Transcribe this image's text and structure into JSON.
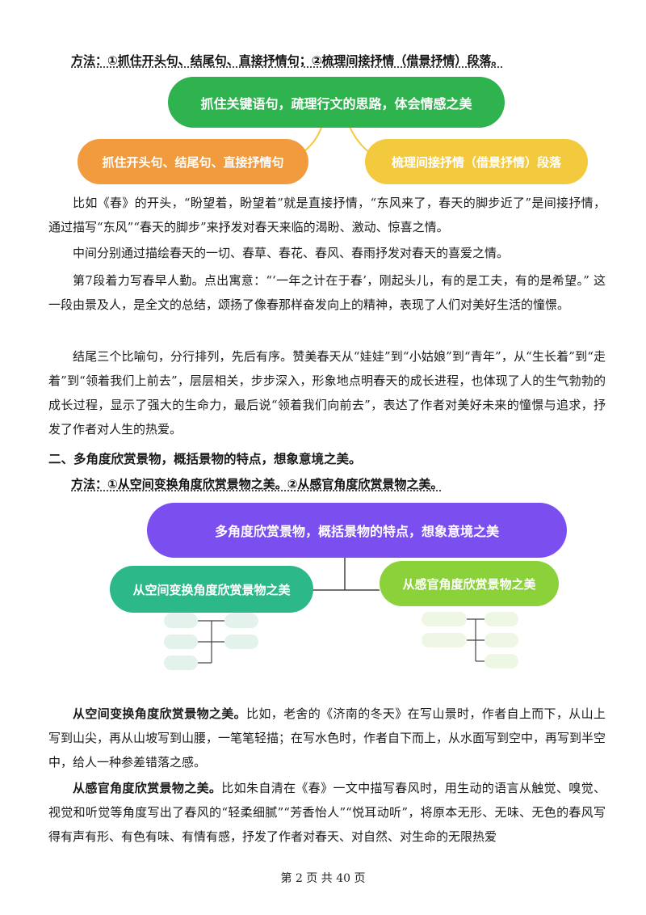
{
  "section1": {
    "method": "方法：①抓住开头句、结尾句、直接抒情句；②梳理间接抒情（借景抒情）段落。",
    "diagram": {
      "root": "抓住关键语句，疏理行文的思路，体会情感之美",
      "left": "抓住开头句、结尾句、直接抒情句",
      "right": "梳理间接抒情（借景抒情）段落"
    },
    "paragraphs": [
      "比如《春》的开头，“盼望着，盼望着”就是直接抒情，“东风来了，春天的脚步近了”是间接抒情，通过描写“东风”“春天的脚步”来抒发对春天来临的渴盼、激动、惊喜之情。",
      "中间分别通过描绘春天的一切、春草、春花、春风、春雨抒发对春天的喜爱之情。",
      "第7段着力写春早人勤。点出寓意：“‘一年之计在于春’，刚起头儿，有的是工夫，有的是希望。” 这一段由景及人，是全文的总结，颂扬了像春那样奋发向上的精神，表现了人们对美好生活的憧憬。",
      "结尾三个比喻句，分行排列，先后有序。赞美春天从“娃娃”到“小姑娘”到“青年”，从“生长着”到“走着”到“领着我们上前去”，层层相关，步步深入，形象地点明春天的成长进程，也体现了人的生气勃勃的成长过程，显示了强大的生命力，最后说“领着我们向前去”，表达了作者对美好未来的憧憬与追求，抒发了作者对人生的热爱。"
    ]
  },
  "section2": {
    "heading": "二、多角度欣赏景物，概括景物的特点，想象意境之美。",
    "method": "方法：①从空间变换角度欣赏景物之美。②从感官角度欣赏景物之美。",
    "diagram": {
      "root": "多角度欣赏景物，概括景物的特点，想象意境之美",
      "left": "从空间变换角度欣赏景物之美",
      "right": "从感官角度欣赏景物之美"
    },
    "p1_lead": "从空间变换角度欣赏景物之美。",
    "p1_text": "比如，老舍的《济南的冬天》在写山景时，作者自上而下，从山上写到山尖，再从山坡写到山腰，一笔笔轻描；在写水色时，作者自下而上，从水面写到空中，再写到半空中，给人一种参差错落之感。",
    "p2_lead": "从感官角度欣赏景物之美。",
    "p2_text": "比如朱自清在《春》一文中描写春风时，用生动的语言从触觉、嗅觉、视觉和听觉等角度写出了春风的“轻柔细腻”“芳香怡人”“悦耳动听”，将原本无形、无味、无色的春风写得有声有形、有色有味、有情有感，抒发了作者对春天、对自然、对生命的无限热爱"
  },
  "footer": "第 2 页 共 40 页",
  "colors": {
    "green": "#2fb34e",
    "orange": "#f19a3e",
    "yellow": "#f3c93e",
    "purple": "#7b4ef0",
    "teal": "#2db88a",
    "lime": "#8bd13a"
  }
}
